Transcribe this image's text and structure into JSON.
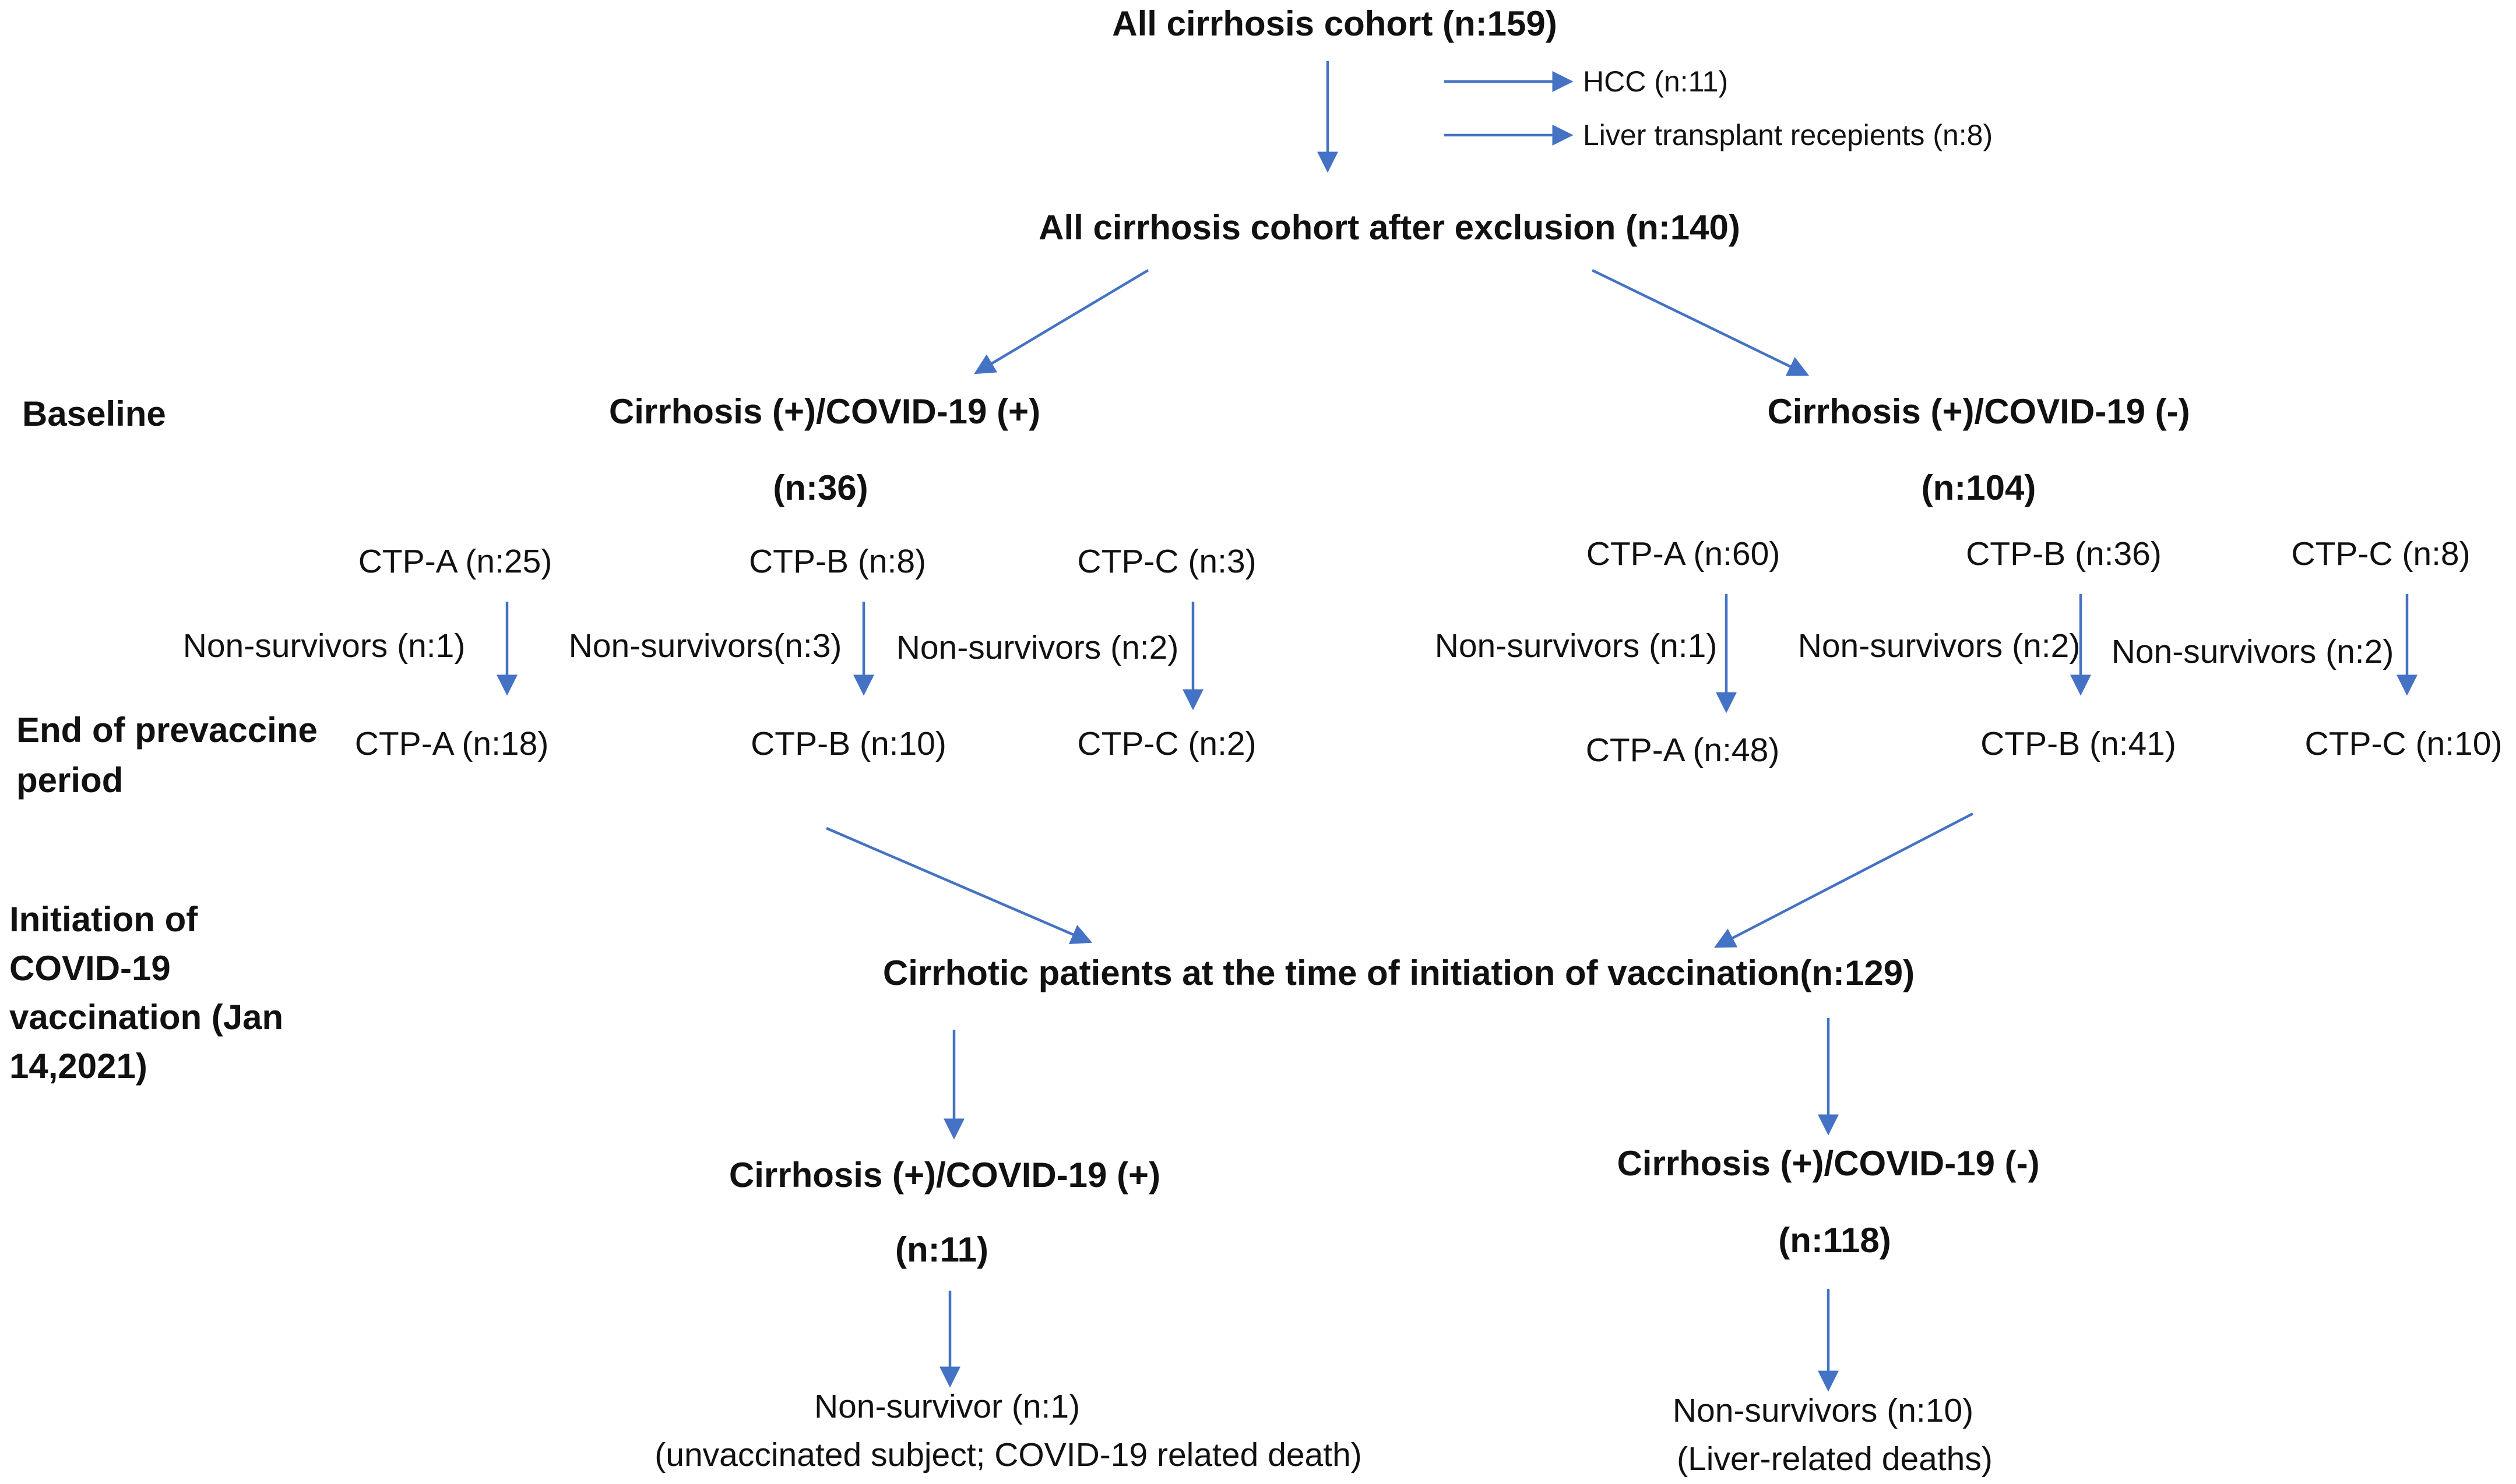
{
  "accent_color": "#4472c4",
  "top": {
    "title": "All cirrhosis cohort (n:159)",
    "exclusions": [
      "HCC (n:11)",
      "Liver transplant recepients (n:8)"
    ],
    "after_exclusion": "All cirrhosis cohort after exclusion (n:140)"
  },
  "row_labels": {
    "baseline": "Baseline",
    "end_prevaccine_1": "End of prevaccine",
    "end_prevaccine_2": "period",
    "initiation": [
      "Initiation of",
      "COVID-19",
      "vaccination (Jan",
      "14,2021)"
    ]
  },
  "covid_pos": {
    "title": "Cirrhosis (+)/COVID-19 (+)",
    "n": "(n:36)",
    "baseline": [
      "CTP-A (n:25)",
      "CTP-B (n:8)",
      "CTP-C (n:3)"
    ],
    "non_survivors": [
      "Non-survivors (n:1)",
      "Non-survivors(n:3)",
      "Non-survivors (n:2)"
    ],
    "end": [
      "CTP-A (n:18)",
      "CTP-B (n:10)",
      "CTP-C (n:2)"
    ]
  },
  "covid_neg": {
    "title": "Cirrhosis (+)/COVID-19 (-)",
    "n": "(n:104)",
    "baseline": [
      "CTP-A (n:60)",
      "CTP-B (n:36)",
      "CTP-C (n:8)"
    ],
    "non_survivors": [
      "Non-survivors (n:1)",
      "Non-survivors (n:2)",
      "Non-survivors (n:2)"
    ],
    "end": [
      "CTP-A (n:48)",
      "CTP-B (n:41)",
      "CTP-C (n:10)"
    ]
  },
  "vaccination": {
    "title": "Cirrhotic patients at the time of initiation of vaccination(n:129)",
    "pos": {
      "title": "Cirrhosis (+)/COVID-19 (+)",
      "n": "(n:11)",
      "outcome": "Non-survivor (n:1)",
      "outcome_note": "(unvaccinated subject; COVID-19 related death)"
    },
    "neg": {
      "title": "Cirrhosis (+)/COVID-19 (-)",
      "n": "(n:118)",
      "outcome": "Non-survivors (n:10)",
      "outcome_note": "(Liver-related deaths)"
    }
  }
}
